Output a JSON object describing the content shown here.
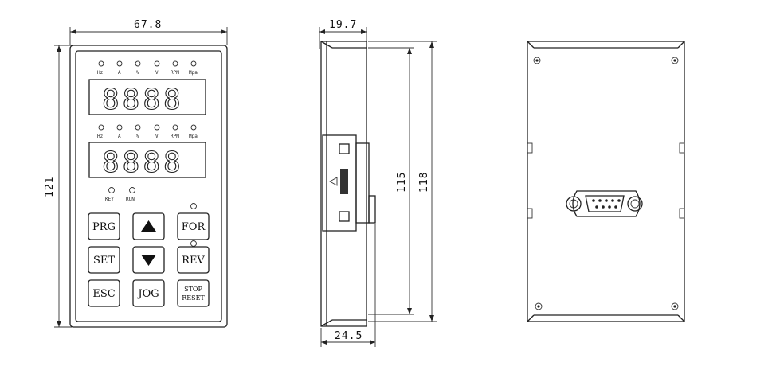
{
  "dimensions": {
    "front_width": "67.8",
    "front_height": "121",
    "side_top_depth": "19.7",
    "side_bottom_depth": "24.5",
    "side_inner_height": "115",
    "side_outer_height": "118"
  },
  "indicators_row1": [
    "Hz",
    "A",
    "%",
    "V",
    "RPM",
    "Mpa"
  ],
  "indicators_row2": [
    "Hz",
    "A",
    "%",
    "V",
    "RPM",
    "Mpa"
  ],
  "display_top": "8888",
  "display_bottom": "8888",
  "status_leds": [
    "KEY",
    "RUN"
  ],
  "keys": {
    "prg": "PRG",
    "up": "▲",
    "for": "FOR",
    "set": "SET",
    "down": "▼",
    "rev": "REV",
    "esc": "ESC",
    "jog": "JOG",
    "stop_line1": "STOP",
    "stop_line2": "RESET"
  }
}
